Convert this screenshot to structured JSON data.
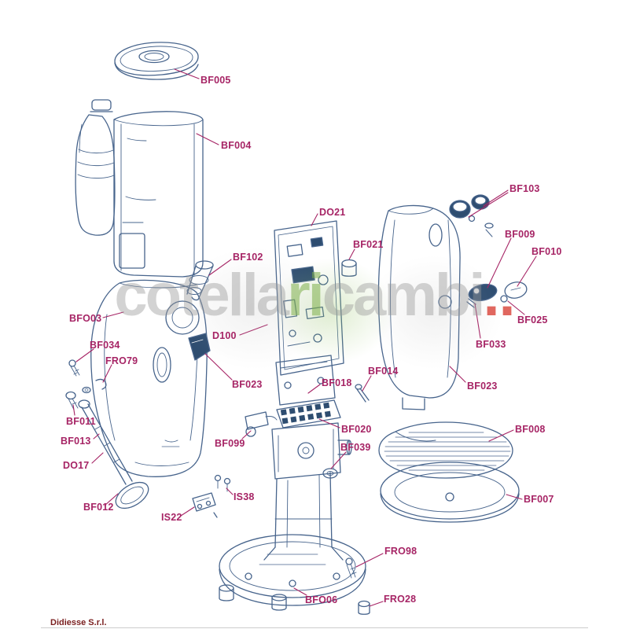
{
  "colors": {
    "label_magenta": "#a62465",
    "line_blue": "#47648c",
    "dark_fill": "#2e4d70",
    "watermark_green": "#7daf4b",
    "watermark_red": "#d73c32",
    "footer_maroon": "#7b2020"
  },
  "watermark": {
    "left": "cotella",
    "green": "ri",
    "right": "cambi",
    "dots": ".."
  },
  "footer": {
    "company": "Didiesse S.r.l."
  },
  "labels": [
    {
      "text": "BF005"
    },
    {
      "text": "BF004"
    },
    {
      "text": "DO21"
    },
    {
      "text": "BF103"
    },
    {
      "text": "BF021"
    },
    {
      "text": "BF009"
    },
    {
      "text": "BF010"
    },
    {
      "text": "BF102"
    },
    {
      "text": "BFO03"
    },
    {
      "text": "D100"
    },
    {
      "text": "BF025"
    },
    {
      "text": "BF034"
    },
    {
      "text": "BF033"
    },
    {
      "text": "FRO79"
    },
    {
      "text": "BF023"
    },
    {
      "text": "BF018"
    },
    {
      "text": "BF014"
    },
    {
      "text": "BF023"
    },
    {
      "text": "BF011"
    },
    {
      "text": "BF013"
    },
    {
      "text": "BF020"
    },
    {
      "text": "BF099"
    },
    {
      "text": "BF039"
    },
    {
      "text": "BF008"
    },
    {
      "text": "DO17"
    },
    {
      "text": "BF012"
    },
    {
      "text": "IS38"
    },
    {
      "text": "IS22"
    },
    {
      "text": "BF007"
    },
    {
      "text": "FRO98"
    },
    {
      "text": "BFO06"
    },
    {
      "text": "FRO28"
    }
  ]
}
